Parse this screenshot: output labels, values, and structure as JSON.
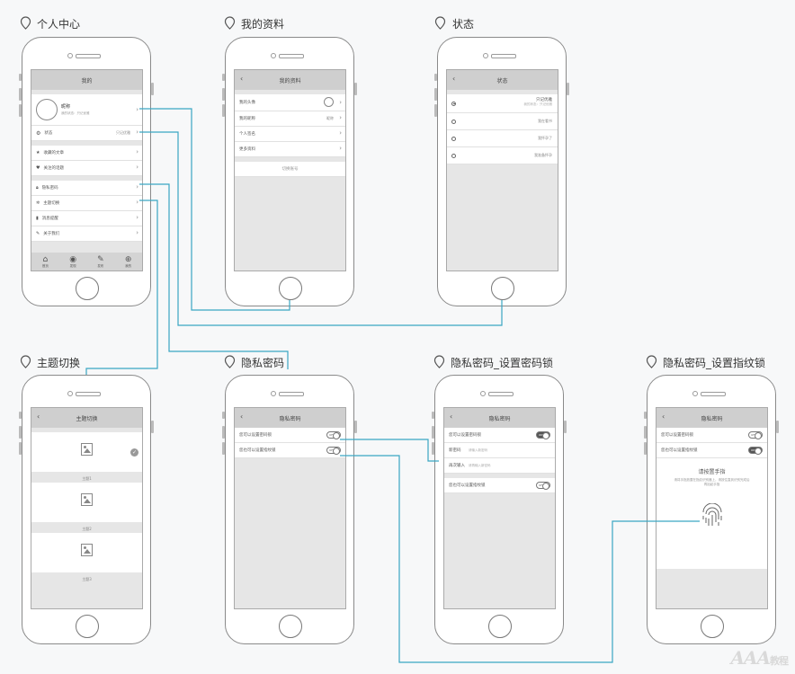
{
  "screens": {
    "profile": {
      "title": "个人中心",
      "nav": "我的",
      "nickname": "昵称",
      "nickname_sub": "我的状态：只记优雅",
      "rows": [
        {
          "label": "状态",
          "value": "只记优雅"
        },
        {
          "label": "收藏的文章",
          "value": ""
        },
        {
          "label": "关注的话题",
          "value": ""
        },
        {
          "label": "隐私密码",
          "value": ""
        },
        {
          "label": "主题切换",
          "value": ""
        },
        {
          "label": "消息提醒",
          "value": ""
        },
        {
          "label": "关于我们",
          "value": ""
        }
      ],
      "tabs": [
        "首页",
        "发现",
        "发布",
        "我的"
      ]
    },
    "mydata": {
      "title": "我的资料",
      "nav": "我的资料",
      "rows": [
        {
          "label": "我的头像",
          "value": ""
        },
        {
          "label": "我的昵称",
          "value": "昵称"
        },
        {
          "label": "个人签名",
          "value": ""
        },
        {
          "label": "更多资料",
          "value": ""
        }
      ],
      "switch_account": "切换账号"
    },
    "status": {
      "title": "状态",
      "nav": "状态",
      "options": [
        {
          "label": "只记优雅",
          "sub": "我的状态：只记优雅",
          "selected": true
        },
        {
          "label": "我在看书",
          "selected": false
        },
        {
          "label": "我怀孕了",
          "selected": false
        },
        {
          "label": "我准备怀孕",
          "selected": false
        }
      ]
    },
    "theme": {
      "title": "主题切换",
      "nav": "主题切换",
      "cards": [
        "主题1",
        "主题2",
        "主题3"
      ]
    },
    "privacy": {
      "title": "隐私密码",
      "nav": "隐私密码",
      "rows": [
        {
          "label": "您可以设置密码锁",
          "toggle": "off"
        },
        {
          "label": "您也可以设置指纹锁",
          "toggle": "off"
        }
      ]
    },
    "privacy_pwd": {
      "title": "隐私密码_设置密码锁",
      "nav": "隐私密码",
      "rows": [
        {
          "label": "您可以设置密码锁",
          "toggle": "on"
        }
      ],
      "new_pwd_label": "新密码",
      "new_pwd_placeholder": "请输入新密码",
      "repeat_label": "再次输入",
      "repeat_placeholder": "请再输入新密码",
      "finger_row": "您也可以设置指纹锁",
      "finger_toggle": "off"
    },
    "privacy_finger": {
      "title": "隐私密码_设置指纹锁",
      "nav": "隐私密码",
      "rows": [
        {
          "label": "您可以设置密码锁",
          "toggle": "off"
        },
        {
          "label": "您也可以设置指纹锁",
          "toggle": "on"
        }
      ],
      "prompt": "请按置手指",
      "hint": "请将手指放置在指纹识别器上，请按住直到识别完成后再抬起手指"
    }
  },
  "toggle_off": "OFF",
  "toggle_on": "ON",
  "connector_color": "#3aa6c3",
  "watermark": "AAA",
  "watermark_sub": "教程"
}
